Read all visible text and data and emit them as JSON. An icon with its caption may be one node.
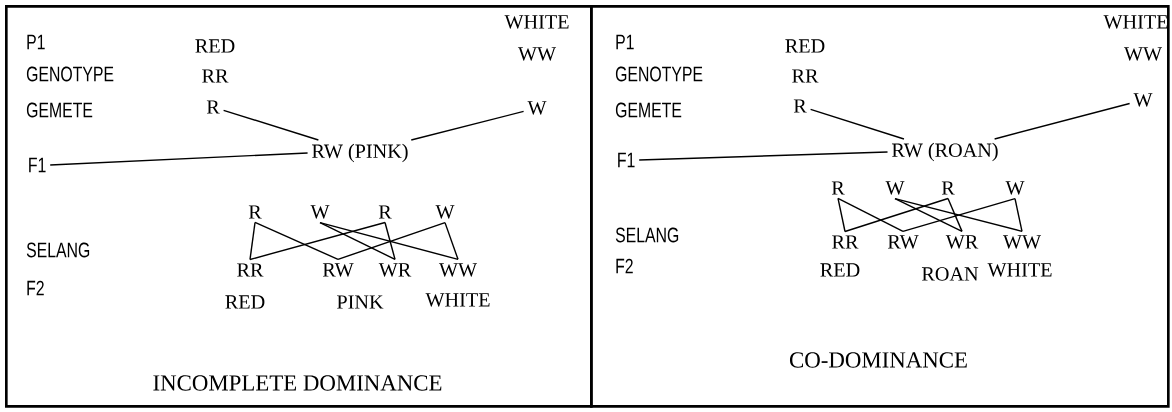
{
  "diagram": {
    "nodes": [
      {
        "text": [
          "INCOMPLETE DOMINANCE"
        ]
      },
      {
        "text": [
          "F1"
        ],
        "in": 0
      },
      {
        "text": [
          "R"
        ],
        "in": 0
      },
      {
        "text": [
          "W"
        ],
        "in": 0
      },
      {
        "text": [
          "RW (PINK)"
        ],
        "in": 0
      },
      {
        "text": [
          "R"
        ],
        "in": 0
      },
      {
        "text": [
          "W"
        ],
        "in": 0
      },
      {
        "text": [
          "R"
        ],
        "in": 0
      },
      {
        "text": [
          "W"
        ],
        "in": 0
      },
      {
        "text": [
          "RR"
        ],
        "in": 0
      },
      {
        "text": [
          "RW"
        ],
        "in": 0
      },
      {
        "text": [
          "WR"
        ],
        "in": 0
      },
      {
        "text": [
          "WW"
        ],
        "in": 0
      },
      {
        "text": [
          "CO-DOMINANCE"
        ]
      },
      {
        "text": [
          "F1"
        ],
        "in": 13
      },
      {
        "text": [
          "R"
        ],
        "in": 13
      },
      {
        "text": [
          "W"
        ],
        "in": 13
      },
      {
        "text": [
          "RW (ROAN)"
        ],
        "in": 13
      },
      {
        "text": [
          "R"
        ],
        "in": 13
      },
      {
        "text": [
          "W"
        ],
        "in": 13
      },
      {
        "text": [
          "R"
        ],
        "in": 13
      },
      {
        "text": [
          "W"
        ],
        "in": 13
      },
      {
        "text": [
          "RR"
        ],
        "in": 13
      },
      {
        "text": [
          "RW"
        ],
        "in": 13
      },
      {
        "text": [
          "WR"
        ],
        "in": 13
      },
      {
        "text": [
          "WW"
        ],
        "in": 13
      }
    ],
    "edges": [
      {
        "from": 1,
        "to": 4,
        "arrow": "none"
      },
      {
        "from": 2,
        "to": 4,
        "arrow": "none"
      },
      {
        "from": 3,
        "to": 4,
        "arrow": "none"
      },
      {
        "from": 5,
        "to": 9,
        "arrow": "none"
      },
      {
        "from": 7,
        "to": 9,
        "arrow": "none"
      },
      {
        "from": 5,
        "to": 10,
        "arrow": "none"
      },
      {
        "from": 8,
        "to": 10,
        "arrow": "none"
      },
      {
        "from": 6,
        "to": 11,
        "arrow": "none"
      },
      {
        "from": 7,
        "to": 11,
        "arrow": "none"
      },
      {
        "from": 6,
        "to": 12,
        "arrow": "none"
      },
      {
        "from": 8,
        "to": 12,
        "arrow": "none"
      },
      {
        "from": 14,
        "to": 17,
        "arrow": "none"
      },
      {
        "from": 15,
        "to": 17,
        "arrow": "none"
      },
      {
        "from": 16,
        "to": 17,
        "arrow": "none"
      },
      {
        "from": 18,
        "to": 22,
        "arrow": "none"
      },
      {
        "from": 20,
        "to": 22,
        "arrow": "none"
      },
      {
        "from": 18,
        "to": 23,
        "arrow": "none"
      },
      {
        "from": 21,
        "to": 23,
        "arrow": "none"
      },
      {
        "from": 19,
        "to": 24,
        "arrow": "none"
      },
      {
        "from": 20,
        "to": 24,
        "arrow": "none"
      },
      {
        "from": 19,
        "to": 25,
        "arrow": "none"
      },
      {
        "from": 21,
        "to": 25,
        "arrow": "none"
      }
    ],
    "labels": [
      "P1",
      "RED",
      "WHITE",
      "GENOTYPE",
      "RR",
      "WW",
      "GEMETE",
      "SELANG",
      "F2",
      "RED",
      "PINK",
      "WHITE",
      "P1",
      "RED",
      "WHITE",
      "GENOTYPE",
      "RR",
      "WW",
      "GEMETE",
      "SELANG",
      "F2",
      "RED",
      "ROAN",
      "WHITE"
    ]
  }
}
